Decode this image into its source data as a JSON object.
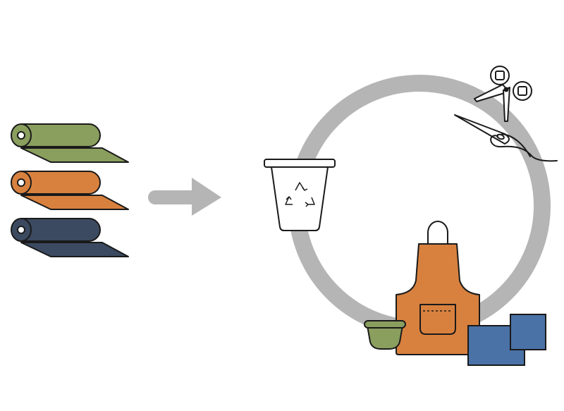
{
  "illustration": {
    "fabric_rolls": [
      {
        "name": "green-fabric-roll",
        "color": "#8a9e5e"
      },
      {
        "name": "orange-fabric-roll",
        "color": "#d8813f"
      },
      {
        "name": "navy-fabric-roll",
        "color": "#3b4a60"
      }
    ],
    "flow_arrow": {
      "icon": "right-arrow-icon",
      "color": "#b5b5b5"
    },
    "cycle_ring": {
      "color": "#b5b5b5"
    },
    "objects": [
      {
        "name": "recycle-bin",
        "icon": "recycle-icon"
      },
      {
        "name": "scissors",
        "icon": "scissors-icon"
      },
      {
        "name": "sewing-needle",
        "icon": "needle-thread-icon"
      },
      {
        "name": "apron",
        "color": "#d8813f"
      },
      {
        "name": "bowl",
        "color": "#8a9e5e"
      },
      {
        "name": "cloth-squares",
        "color": "#4a72a6"
      }
    ],
    "outline_color": "#1a1a1a"
  }
}
